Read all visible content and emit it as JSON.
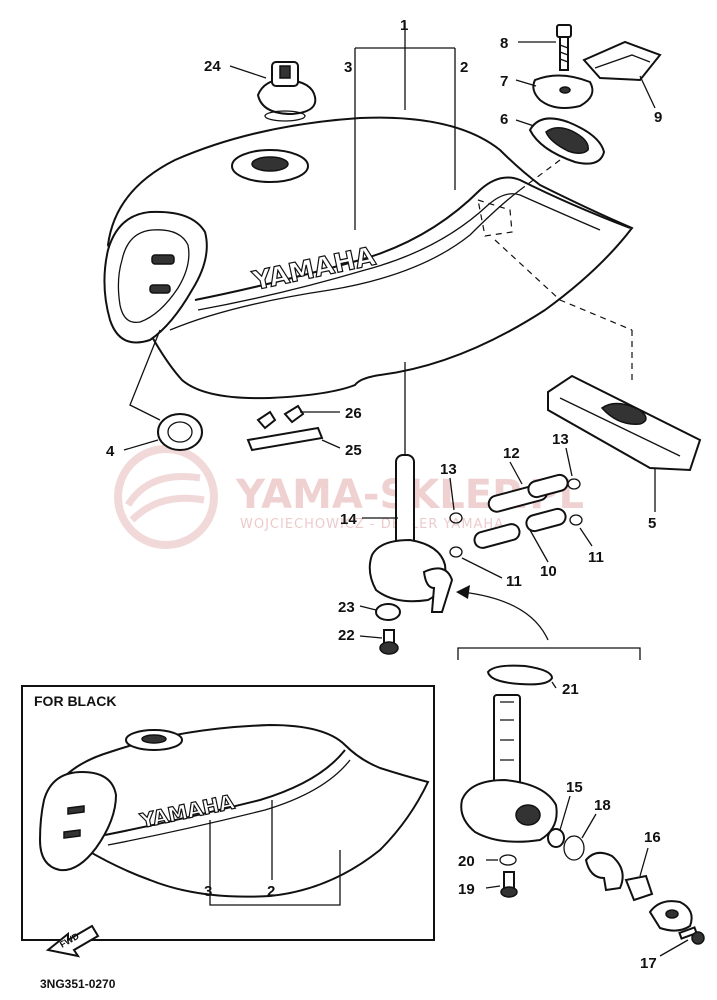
{
  "diagram": {
    "brand_text": "YAMAHA",
    "inset_title": "FOR BLACK",
    "figure_code": "3NG351-0270",
    "front_arrow_text": "FWD",
    "watermark": {
      "main": "YAMA-SKLEP.PL",
      "sub": "WOJCIECHOWICZ - DEALER YAMAHA",
      "color": "#e7b9b9"
    },
    "part_labels": [
      "1",
      "2",
      "3",
      "4",
      "5",
      "6",
      "7",
      "8",
      "9",
      "10",
      "11",
      "12",
      "13",
      "14",
      "15",
      "16",
      "17",
      "18",
      "19",
      "20",
      "21",
      "22",
      "23",
      "24",
      "25",
      "26"
    ],
    "repeat_labels": {
      "label_11b": "11",
      "label_13b": "13",
      "inset_label_2": "2",
      "inset_label_3": "3"
    }
  }
}
